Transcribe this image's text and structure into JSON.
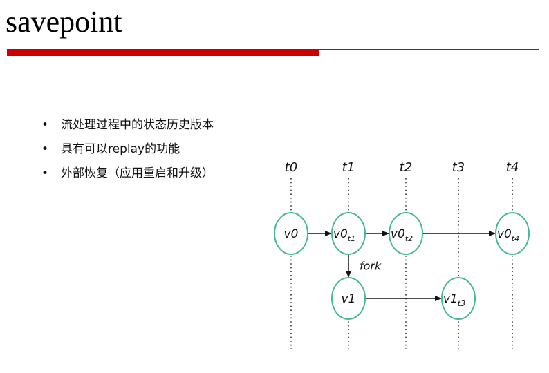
{
  "slide": {
    "title": "savepoint",
    "accent_color": "#cc0000",
    "bullets": [
      "流处理过程中的状态历史版本",
      "具有可以replay的功能",
      "外部恢复（应用重启和升级）"
    ]
  },
  "diagram": {
    "node_stroke": "#45b89a",
    "timeline": [
      {
        "id": "t0",
        "label": "t0"
      },
      {
        "id": "t1",
        "label": "t1"
      },
      {
        "id": "t2",
        "label": "t2"
      },
      {
        "id": "t3",
        "label": "t3"
      },
      {
        "id": "t4",
        "label": "t4"
      }
    ],
    "nodes": [
      {
        "id": "v0",
        "main": "v0",
        "sub": "",
        "time": "t0"
      },
      {
        "id": "v0_t1",
        "main": "v0",
        "sub": "t1",
        "time": "t1"
      },
      {
        "id": "v0_t2",
        "main": "v0",
        "sub": "t2",
        "time": "t2"
      },
      {
        "id": "v0_t4",
        "main": "v0",
        "sub": "t4",
        "time": "t4"
      },
      {
        "id": "v1",
        "main": "v1",
        "sub": "",
        "time": "t1"
      },
      {
        "id": "v1_t3",
        "main": "v1",
        "sub": "t3",
        "time": "t3"
      }
    ],
    "edges": [
      {
        "from": "v0",
        "to": "v0_t1",
        "label": ""
      },
      {
        "from": "v0_t1",
        "to": "v0_t2",
        "label": ""
      },
      {
        "from": "v0_t2",
        "to": "v0_t4",
        "label": ""
      },
      {
        "from": "v0_t1",
        "to": "v1",
        "label": "fork"
      },
      {
        "from": "v1",
        "to": "v1_t3",
        "label": ""
      }
    ]
  }
}
